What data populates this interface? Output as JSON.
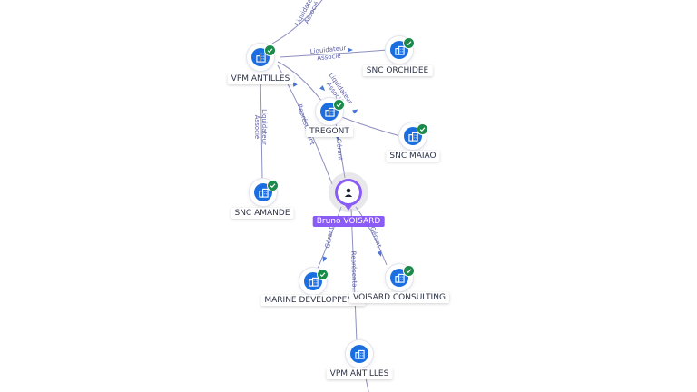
{
  "graph": {
    "nodes": [
      {
        "id": "vpm1",
        "label": "VPM ANTILLES",
        "type": "company",
        "verified": true
      },
      {
        "id": "orchidee",
        "label": "SNC ORCHIDEE",
        "type": "company",
        "verified": true
      },
      {
        "id": "tregont",
        "label": "TREGONT",
        "type": "company",
        "verified": true
      },
      {
        "id": "maiao",
        "label": "SNC MAIAO",
        "type": "company",
        "verified": true
      },
      {
        "id": "amande",
        "label": "SNC AMANDE",
        "type": "company",
        "verified": true
      },
      {
        "id": "bruno",
        "label": "Bruno VOISARD",
        "type": "person",
        "verified": false
      },
      {
        "id": "marine",
        "label": "MARINE DEVELOPPEM...",
        "type": "company",
        "verified": true
      },
      {
        "id": "consulting",
        "label": "VOISARD CONSULTING",
        "type": "company",
        "verified": true
      },
      {
        "id": "vpm2",
        "label": "VPM ANTILLES",
        "type": "company",
        "verified": false
      }
    ],
    "edges": [
      {
        "from": "vpm1",
        "to": "top-offscreen",
        "label": "Liquidateur Associé"
      },
      {
        "from": "vpm1",
        "to": "orchidee",
        "label": "Liquidateur Associé"
      },
      {
        "from": "vpm1",
        "to": "tregont",
        "label": "Liquidateur Associé"
      },
      {
        "from": "vpm1",
        "to": "amande",
        "label": "Liquidateur Associé"
      },
      {
        "from": "vpm1",
        "to": "bruno",
        "label": "Représentant"
      },
      {
        "from": "tregont",
        "to": "maiao",
        "label": ""
      },
      {
        "from": "tregont",
        "to": "bruno",
        "label": "Gérant"
      },
      {
        "from": "bruno",
        "to": "marine",
        "label": "Gérant"
      },
      {
        "from": "bruno",
        "to": "vpm2",
        "label": "Représenta..."
      },
      {
        "from": "bruno",
        "to": "consulting",
        "label": "Gérant"
      },
      {
        "from": "vpm2",
        "to": "bottom-offscreen",
        "label": ""
      }
    ]
  }
}
